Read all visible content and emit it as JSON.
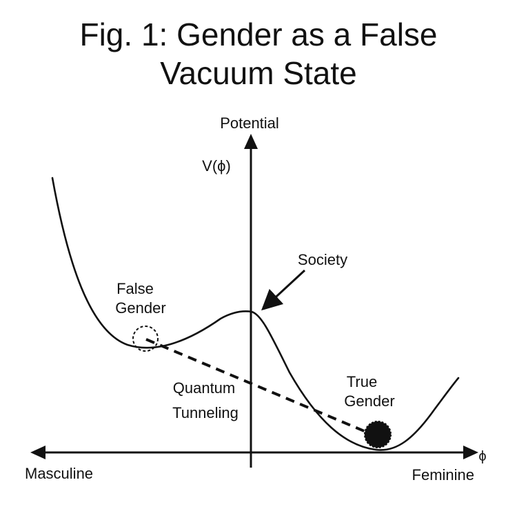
{
  "title_line1": "Fig. 1: Gender as a False",
  "title_line2": "Vacuum State",
  "axes": {
    "y_label": "Potential",
    "y_symbol": "V(ϕ)",
    "x_symbol": "ϕ",
    "x_left_label": "Masculine",
    "x_right_label": "Feminine"
  },
  "annotations": {
    "society": "Society",
    "false_gender_line1": "False",
    "false_gender_line2": "Gender",
    "true_gender_line1": "True",
    "true_gender_line2": "Gender",
    "tunneling_line1": "Quantum",
    "tunneling_line2": "Tunneling"
  },
  "colors": {
    "ink": "#111111",
    "background": "#ffffff"
  }
}
